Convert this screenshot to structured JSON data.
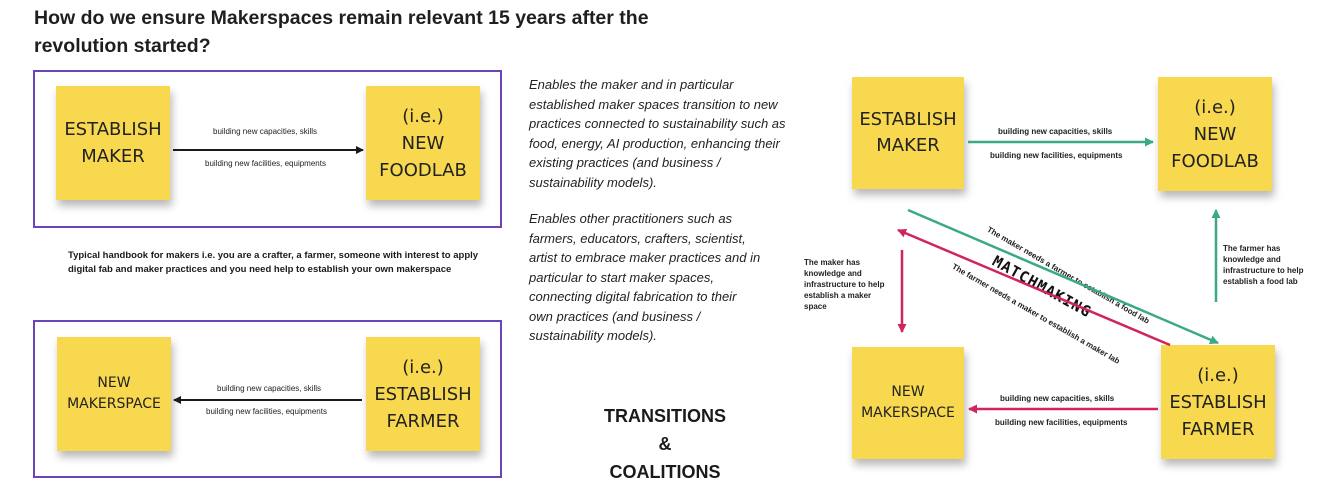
{
  "title": "How do we ensure Makerspaces remain relevant 15 years after the\nrevolution started?",
  "left_top": {
    "source_note": "ESTABLISH\nMAKER",
    "target_note": "(i.e.)\nNEW\nFOODLAB",
    "label_above": "building new capacities, skills",
    "label_below": "building new facilities, equipments"
  },
  "handbook_text": "Typical handbook for makers i.e. you are a crafter, a farmer, someone with interest to apply digital fab and maker practices and you need help to establish your own makerspace",
  "left_bottom": {
    "target_note": "NEW\nMAKERSPACE",
    "source_note": "(i.e.)\nESTABLISH\nFARMER",
    "label_above": "building new capacities, skills",
    "label_below": "building new facilities, equipments"
  },
  "paragraph_1": "Enables the maker and in particular\nestablished maker spaces transition to new\npractices connected to sustainability such as\nfood, energy, AI production, enhancing their\nexisting practices (and business  /\nsustainability models).",
  "paragraph_2": "Enables other practitioners such as\nfarmers, educators, crafters, scientist,\nartist to embrace maker practices and in\nparticular to start maker spaces,\nconnecting digital fabrication to their\nown practices (and business /\nsustainability models).",
  "transitions": {
    "line1": "TRANSITIONS",
    "line2": "&",
    "line3": "COALITIONS"
  },
  "right": {
    "top_left_note": "ESTABLISH\nMAKER",
    "top_right_note": "(i.e.)\nNEW\nFOODLAB",
    "bottom_left_note": "NEW\nMAKERSPACE",
    "bottom_right_note": "(i.e.)\nESTABLISH\nFARMER",
    "top_label_above": "building new capacities, skills",
    "top_label_below": "building new facilities, equipments",
    "bottom_label_above": "building new capacities, skills",
    "bottom_label_below": "building new facilities, equipments",
    "left_side_note": "The maker has\nknowledge and\ninfrastructure to help\nestablish a maker\nspace",
    "right_side_note": "The farmer has\nknowledge and\ninfrastructure to help\nestablish a food lab",
    "diag_green_label": "The maker needs a farmer to establish a food lab",
    "diag_red_label": "The farmer needs a maker to establish a maker lab",
    "matchmaking": "MATCHMAKING"
  },
  "colors": {
    "frame": "#6a44b8",
    "sticky": "#f8d84e",
    "green_arrow": "#3aa986",
    "red_arrow": "#d0245e",
    "black_arrow": "#1a1a1a"
  }
}
